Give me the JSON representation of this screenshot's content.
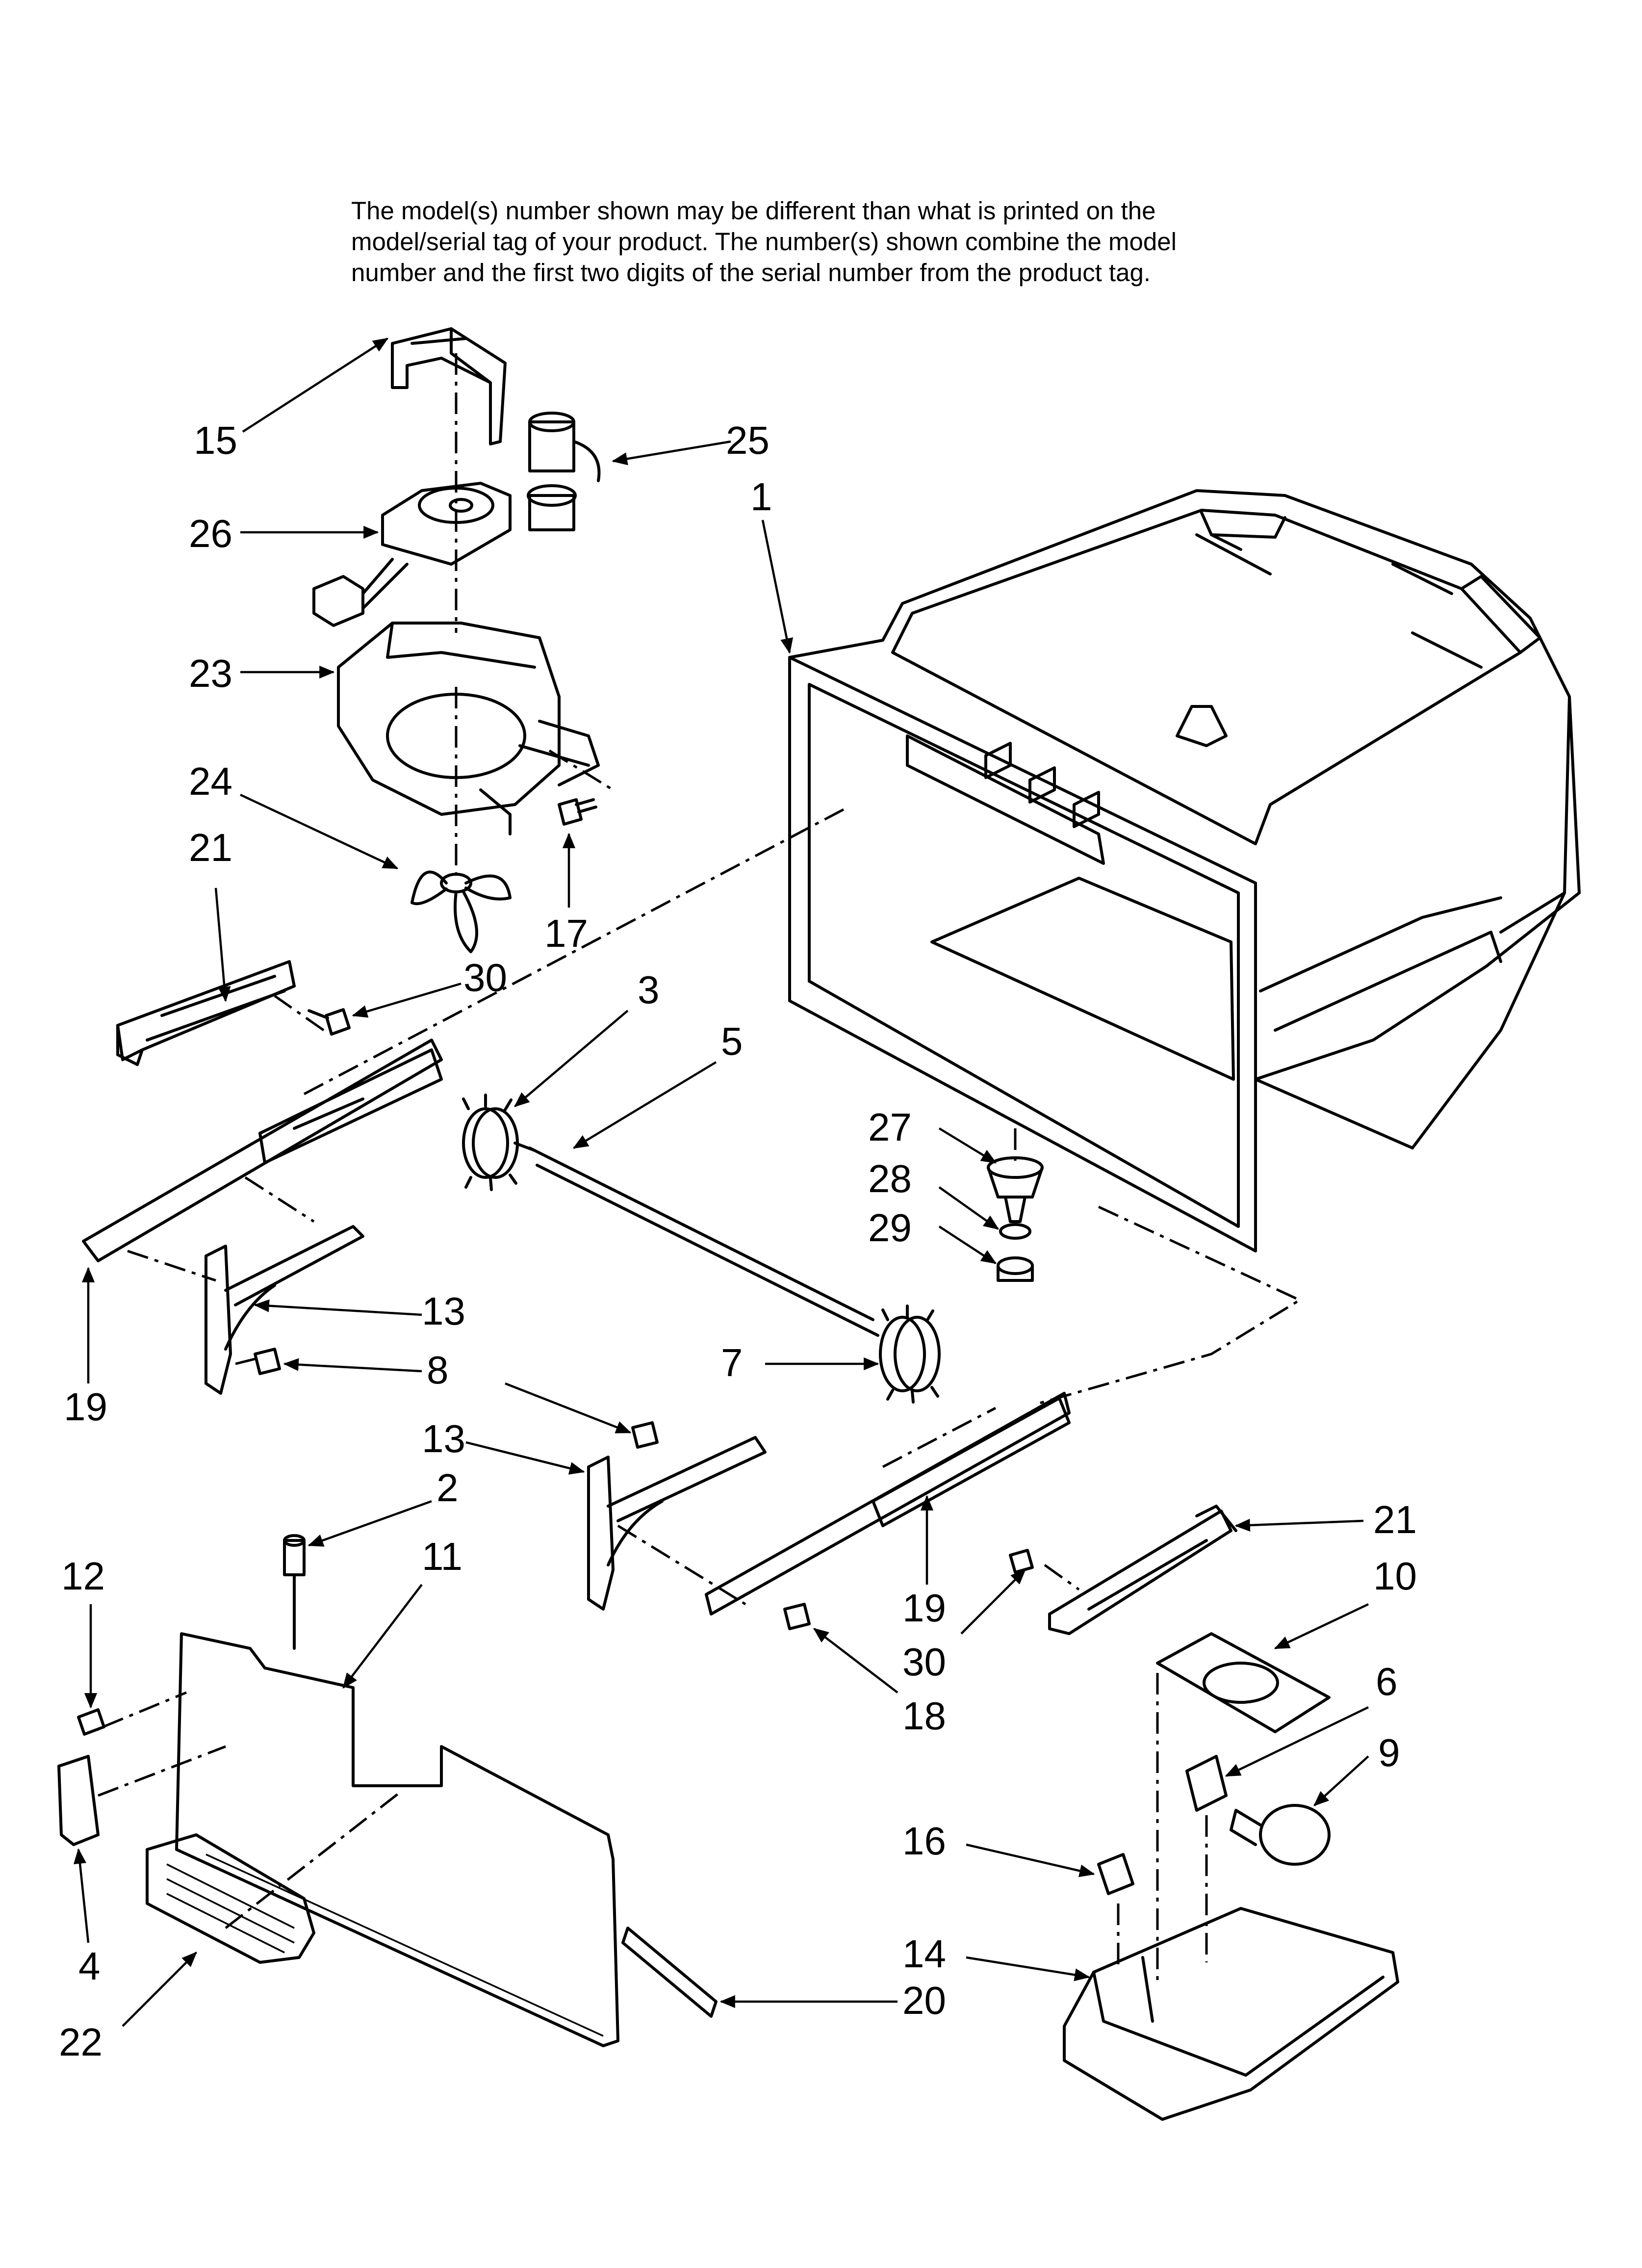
{
  "note": {
    "lines": [
      "The model(s) number shown may be different than what is printed on the",
      "model/serial tag of your product. The number(s) shown combine the model",
      "number and the first two digits of the serial number from the product tag."
    ]
  },
  "callouts": [
    "1",
    "2",
    "3",
    "4",
    "5",
    "6",
    "7",
    "8",
    "9",
    "10",
    "11",
    "12",
    "13",
    "13",
    "14",
    "15",
    "16",
    "17",
    "18",
    "19",
    "19",
    "20",
    "21",
    "21",
    "22",
    "23",
    "24",
    "25",
    "26",
    "27",
    "28",
    "29",
    "30",
    "30"
  ]
}
